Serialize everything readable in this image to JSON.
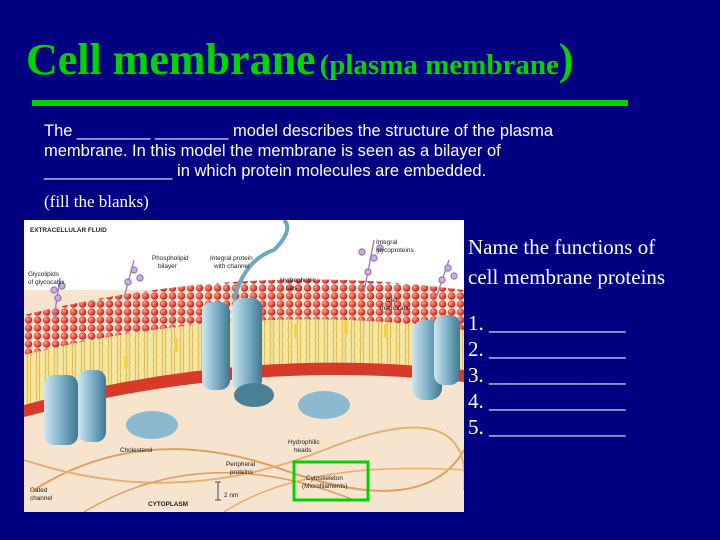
{
  "slide": {
    "title_main": "Cell membrane",
    "title_sub": "(plasma membrane",
    "title_close": ")",
    "intro_line1": "The ________ ________ model describes the structure of the plasma",
    "intro_line2": "membrane. In this model the membrane is seen as a bilayer of",
    "intro_line3": "______________ in which protein molecules are embedded.",
    "fill_note": "(fill the blanks)",
    "side_heading_1": "Name the functions of",
    "side_heading_2": "cell membrane proteins",
    "list": [
      "1. _____________",
      "2. _____________",
      "3. _____________",
      "4. _____________",
      "5. _____________"
    ]
  },
  "figure": {
    "labels": {
      "extracellular": "EXTRACELLULAR FLUID",
      "phospholipid_1": "Phospholipid",
      "phospholipid_2": "bilayer",
      "integral_channel_1": "Integral protein",
      "integral_channel_2": "with channel",
      "integral_glyco_1": "Integral",
      "integral_glyco_2": "glycoproteins",
      "glycolipid_1": "Glycolipids",
      "glycolipid_2": "of glycocalyx",
      "hydrophobic_1": "Hydrophobic",
      "hydrophobic_2": "tails",
      "cell_membrane_1": "Cell",
      "cell_membrane_2": "membrane",
      "cholesterol": "Cholesterol",
      "hydrophilic_1": "Hydrophilic",
      "hydrophilic_2": "heads",
      "peripheral_1": "Peripheral",
      "peripheral_2": "proteins",
      "cytoskeleton_1": "Cytoskeleton",
      "cytoskeleton_2": "(Microfilaments)",
      "gated_1": "Gated",
      "gated_2": "channel",
      "scale": "2 nm",
      "cytoplasm": "CYTOPLASM"
    }
  }
}
